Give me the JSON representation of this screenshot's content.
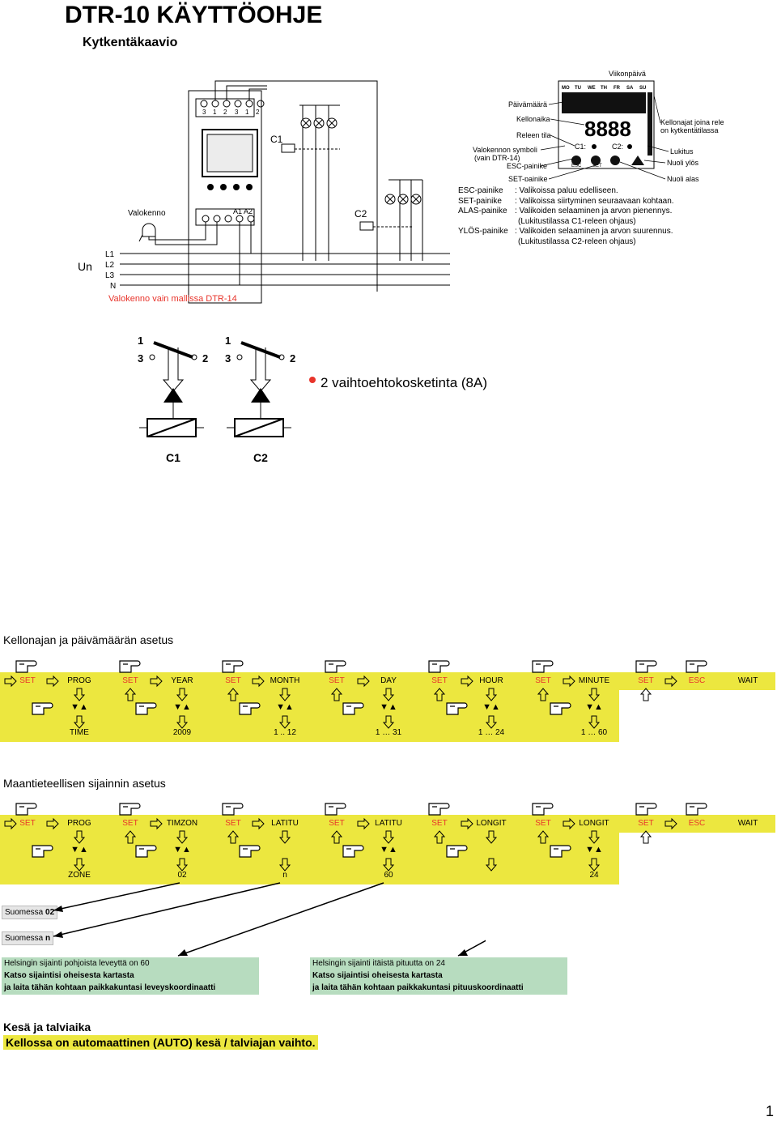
{
  "document": {
    "title": "DTR-10 KÄYTTÖOHJE",
    "subtitle": "Kytkentäkaavio",
    "page_number": "1"
  },
  "wiring": {
    "terminals_top": [
      "3",
      "1",
      "2",
      "3",
      "1",
      "2"
    ],
    "terminal_sub": [
      "C1",
      "C2"
    ],
    "relay_c1": "C1",
    "relay_c2": "C2",
    "terminals_bottom": "A1 A2",
    "sensor_label": "Valokenno",
    "supply_label": "Un",
    "lines": [
      "L1",
      "L2",
      "L3",
      "N"
    ],
    "sensor_note": "Valokenno vain mallissa DTR-14"
  },
  "display": {
    "top_label": "Viikonpäivä",
    "days": [
      "MO",
      "TU",
      "WE",
      "TH",
      "FR",
      "SA",
      "SU"
    ],
    "callouts_left": [
      "Päivämäärä",
      "Kellonaika",
      "Releen tila",
      "Valokennon symboli",
      "(vain DTR-14)",
      "ESC-painike",
      "SET-painike"
    ],
    "callouts_right": [
      "Kellonajat joina rele",
      "on kytkentätilassa",
      "Lukitus",
      "Nuoli ylös",
      "Nuoli alas"
    ],
    "digits": "8888",
    "c1_label": "C1:",
    "c2_label": "C2:",
    "btn_esc": "ESC",
    "btn_set": "SET"
  },
  "legend": [
    {
      "key": "ESC-painike",
      "text": ": Valikoissa paluu edelliseen."
    },
    {
      "key": "SET-painike",
      "text": ": Valikoissa siirtyminen seuraavaan kohtaan."
    },
    {
      "key": "ALAS-painike",
      "text": ": Valikoiden selaaminen ja arvon pienennys."
    },
    {
      "key": "",
      "text": "(Lukitustilassa C1-releen ohjaus)"
    },
    {
      "key": "YLÖS-painike",
      "text": ": Valikoiden selaaminen ja arvon suurennus."
    },
    {
      "key": "",
      "text": "(Lukitustilassa C2-releen ohjaus)"
    }
  ],
  "contacts": {
    "numbers": [
      "1",
      "3",
      "2"
    ],
    "bullet_text": "2 vaihtoehtokosketinta (8A)",
    "relays": [
      "C1",
      "C2"
    ]
  },
  "time_section": {
    "heading": "Kellonajan ja päivämäärän asetus",
    "row1": [
      "SET",
      "PROG",
      "SET",
      "YEAR",
      "SET",
      "MONTH",
      "SET",
      "DAY",
      "SET",
      "HOUR",
      "SET",
      "MINUTE",
      "SET",
      "ESC",
      "WAIT"
    ],
    "row3": [
      "TIME",
      "2009",
      "1 .. 12",
      "1 … 31",
      "1 … 24",
      "1 … 60"
    ]
  },
  "geo_section": {
    "heading": "Maantieteellisen sijainnin asetus",
    "row1": [
      "SET",
      "PROG",
      "SET",
      "TIMZON",
      "SET",
      "LATITU",
      "SET",
      "LATITU",
      "SET",
      "LONGIT",
      "SET",
      "LONGIT",
      "SET",
      "ESC",
      "WAIT"
    ],
    "row3": [
      "ZONE",
      "02",
      "n",
      "60",
      "24"
    ],
    "suomessa_02_prefix": "Suomessa ",
    "suomessa_02_value": "02",
    "suomessa_n_prefix": "Suomessa ",
    "suomessa_n_value": "n"
  },
  "notes": {
    "left": {
      "line1": "Helsingin sijainti pohjoista leveyttä on 60",
      "line2": "Katso sijaintisi oheisesta kartasta",
      "line3": "ja laita tähän kohtaan paikkakuntasi leveyskoordinaatti"
    },
    "right": {
      "line1": "Helsingin sijainti itäistä pituutta on 24",
      "line2": "Katso sijaintisi oheisesta kartasta",
      "line3": "ja laita tähän kohtaan paikkakuntasi pituuskoordinaatti"
    }
  },
  "season": {
    "title": "Kesä ja talviaika",
    "text": "Kellossa on automaattinen (AUTO)  kesä / talviajan vaihto."
  },
  "colors": {
    "highlight_yellow": "#ece73f",
    "note_green": "#b7dcbf",
    "set_red": "#e8342b",
    "bullet_red": "#e8342b"
  }
}
